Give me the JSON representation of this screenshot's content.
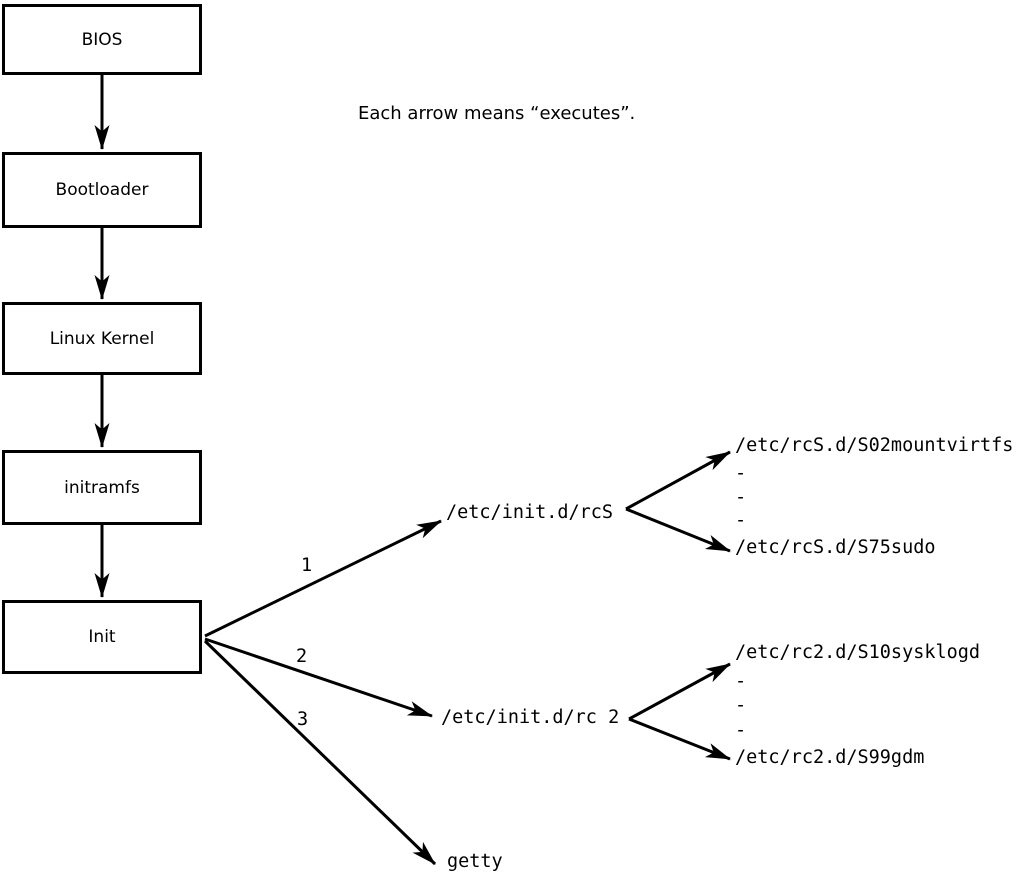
{
  "colors": {
    "ink": "#000000",
    "background": "#ffffff"
  },
  "caption": "Each arrow means “executes”.",
  "flow_boxes": [
    {
      "label": "BIOS"
    },
    {
      "label": "Bootloader"
    },
    {
      "label": "Linux Kernel"
    },
    {
      "label": "initramfs"
    },
    {
      "label": "Init"
    }
  ],
  "init_branches": [
    {
      "number": "1",
      "target": "/etc/init.d/rcS"
    },
    {
      "number": "2",
      "target": "/etc/init.d/rc 2"
    },
    {
      "number": "3",
      "target": "getty"
    }
  ],
  "rcS_children": {
    "first": "/etc/rcS.d/S02mountvirtfs",
    "ellipsis": [
      "-",
      "-",
      "-"
    ],
    "last": "/etc/rcS.d/S75sudo"
  },
  "rc2_children": {
    "first": "/etc/rc2.d/S10sysklogd",
    "ellipsis": [
      "-",
      "-",
      "-"
    ],
    "last": "/etc/rc2.d/S99gdm"
  }
}
